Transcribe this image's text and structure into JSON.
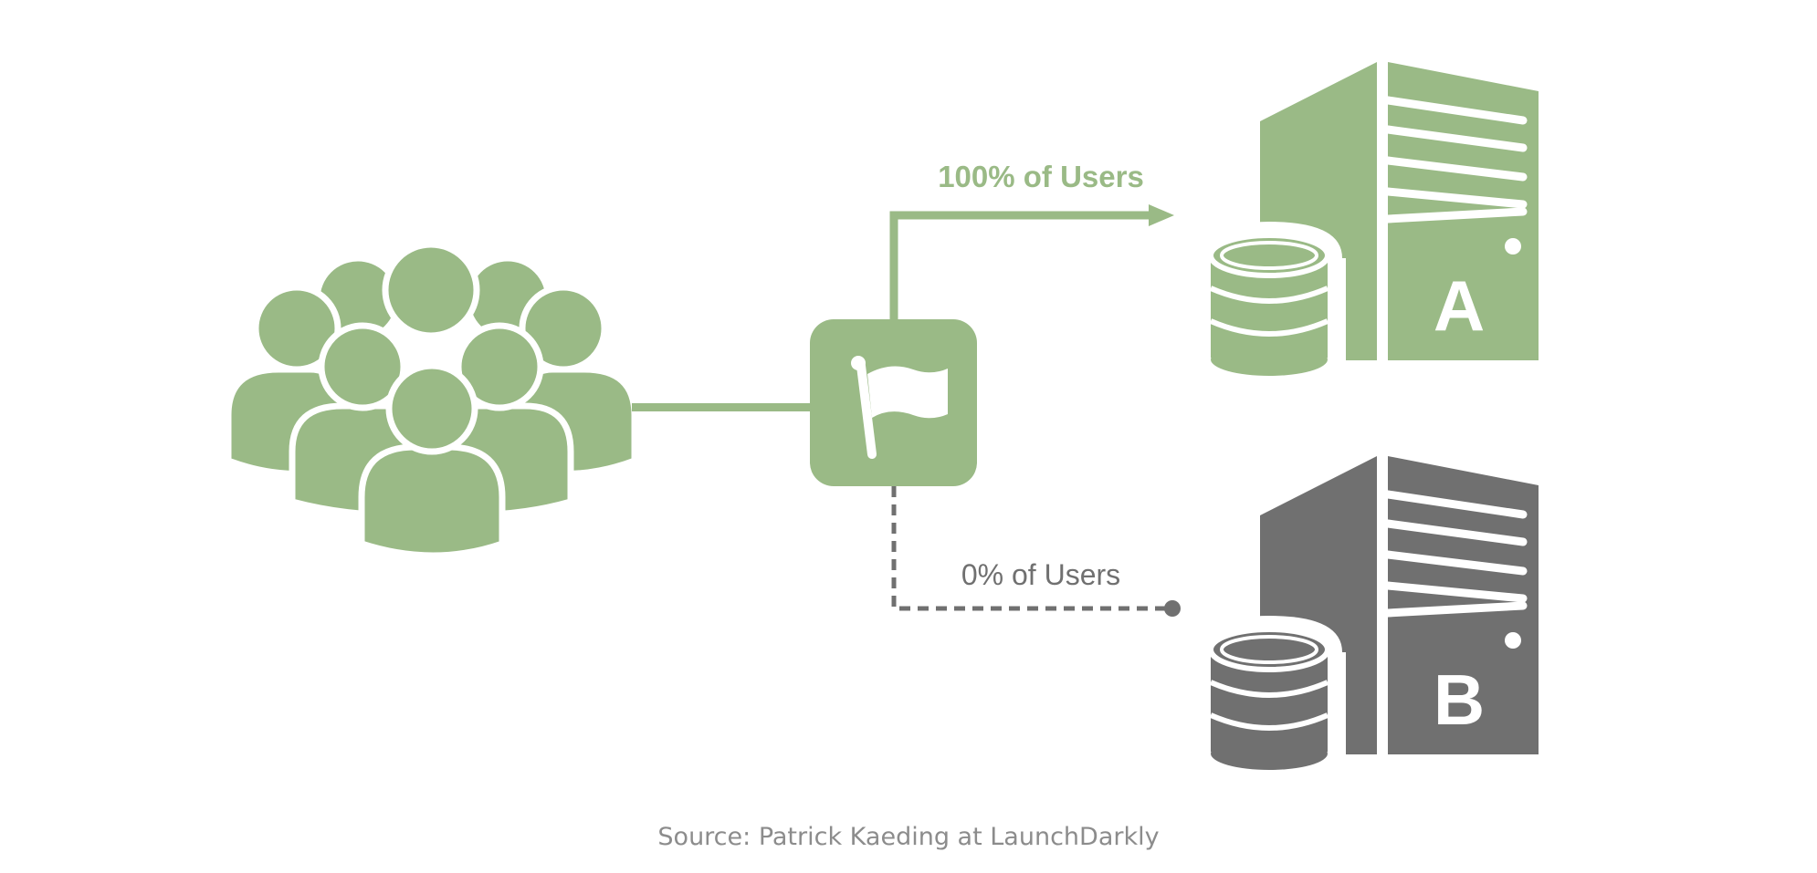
{
  "colors": {
    "accent_green": "#9aba86",
    "accent_gray": "#707070",
    "background": "#ffffff",
    "source_text": "#8c8c8c"
  },
  "nodes": {
    "users": {
      "icon": "users-group-icon"
    },
    "flag": {
      "icon": "feature-flag-icon"
    },
    "server_a": {
      "icon": "server-database-icon",
      "letter": "A"
    },
    "server_b": {
      "icon": "server-database-icon",
      "letter": "B"
    }
  },
  "edges": {
    "to_server_a": {
      "label": "100% of Users",
      "style": "solid",
      "end": "arrow",
      "share": 1.0
    },
    "to_server_b": {
      "label": "0% of Users",
      "style": "dashed",
      "end": "dot",
      "share": 0.0
    }
  },
  "source": "Source: Patrick Kaeding at LaunchDarkly"
}
